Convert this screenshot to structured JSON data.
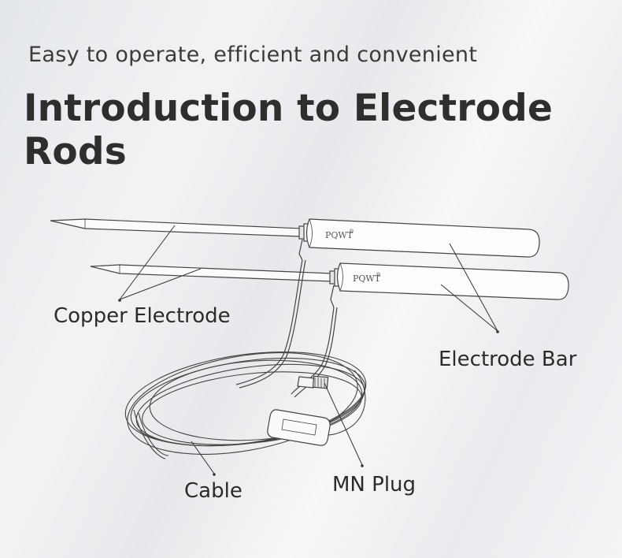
{
  "header": {
    "subtitle": "Easy to operate, efficient and convenient",
    "title": "Introduction to Electrode Rods"
  },
  "illustration": {
    "brand_text": "PQWT",
    "brand_mark": "®"
  },
  "callouts": {
    "copper_electrode": "Copper Electrode",
    "electrode_bar": "Electrode Bar",
    "cable": "Cable",
    "mn_plug": "MN Plug"
  }
}
